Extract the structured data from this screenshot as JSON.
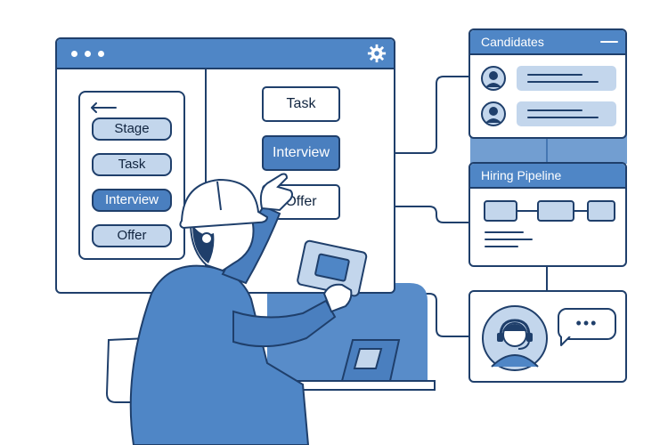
{
  "app_window": {
    "menu_items": [
      "Stage",
      "Task",
      "Interview",
      "Offer"
    ],
    "active_menu_item": "Interview",
    "flow_steps": [
      "Task",
      "Interview",
      "Offer"
    ],
    "active_flow_step": "Interview"
  },
  "candidates_panel": {
    "title": "Candidates"
  },
  "pipeline_panel": {
    "title": "Hiring Pipeline"
  },
  "support_panel": {
    "chat_bubble_text": "•••"
  },
  "icons": [
    "window-dots-icon",
    "gear-icon",
    "back-arrow-icon",
    "user-avatar-icon",
    "headset-agent-icon",
    "chat-bubble-icon",
    "menu-line-icon"
  ],
  "colors": {
    "primary": "#4f86c6",
    "primary_dark": "#1f3f6b",
    "light": "#c3d6ec",
    "active": "#4a7fbf"
  }
}
